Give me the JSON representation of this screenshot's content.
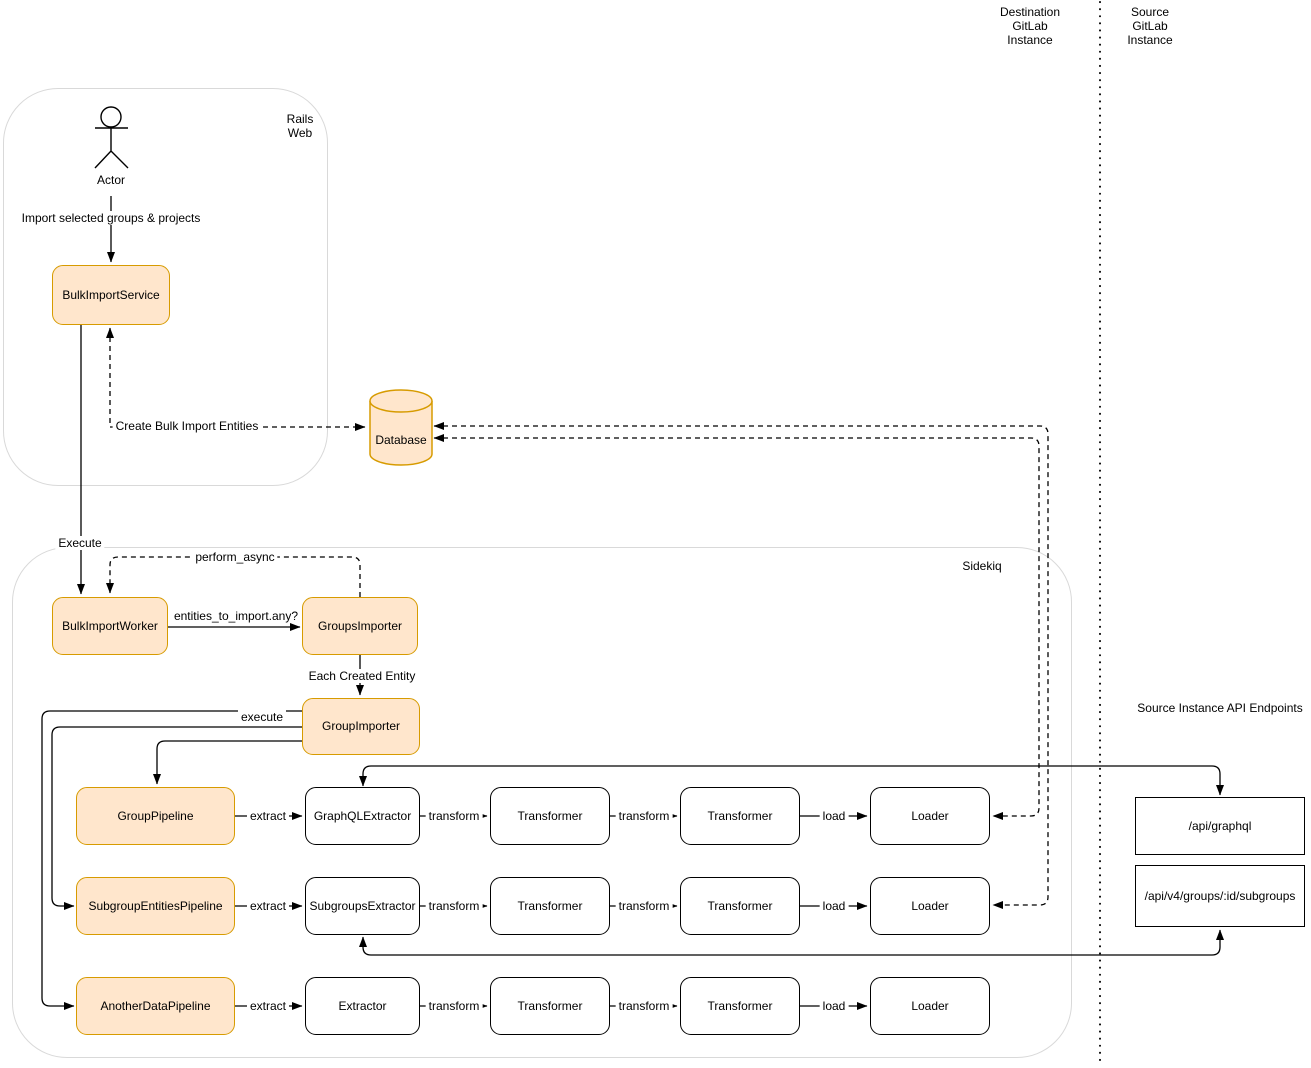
{
  "zones": {
    "destination": "Destination\nGitLab\nInstance",
    "source": "Source\nGitLab\nInstance"
  },
  "containers": {
    "rails_web": "Rails\nWeb",
    "sidekiq": "Sidekiq"
  },
  "actor_label": "Actor",
  "nodes": {
    "bulk_import_service": "BulkImportService",
    "database": "Database",
    "bulk_import_worker": "BulkImportWorker",
    "groups_importer": "GroupsImporter",
    "group_importer": "GroupImporter",
    "group_pipeline": "GroupPipeline",
    "subgroup_entities_pipeline": "SubgroupEntitiesPipeline",
    "another_data_pipeline": "AnotherDataPipeline",
    "graphql_extractor": "GraphQLExtractor",
    "subgroups_extractor": "SubgroupsExtractor",
    "extractor": "Extractor",
    "transformer": "Transformer",
    "loader": "Loader"
  },
  "api": {
    "title": "Source Instance API Endpoints",
    "endpoints": [
      "/api/graphql",
      "/api/v4/groups/:id/subgroups"
    ]
  },
  "edge_labels": {
    "import_selected": "Import selected groups & projects",
    "create_bulk_import_entities": "Create Bulk Import Entities",
    "execute": "Execute",
    "perform_async": "perform_async",
    "entities_to_import": "entities_to_import.any?",
    "each_created_entity": "Each Created Entity",
    "execute_pipeline": "execute",
    "extract": "extract",
    "transform": "transform",
    "load": "load"
  },
  "colors": {
    "node_fill": "#ffe6cc",
    "node_stroke": "#d79b00",
    "line": "#000000",
    "container_stroke": "#d9d9d9"
  }
}
